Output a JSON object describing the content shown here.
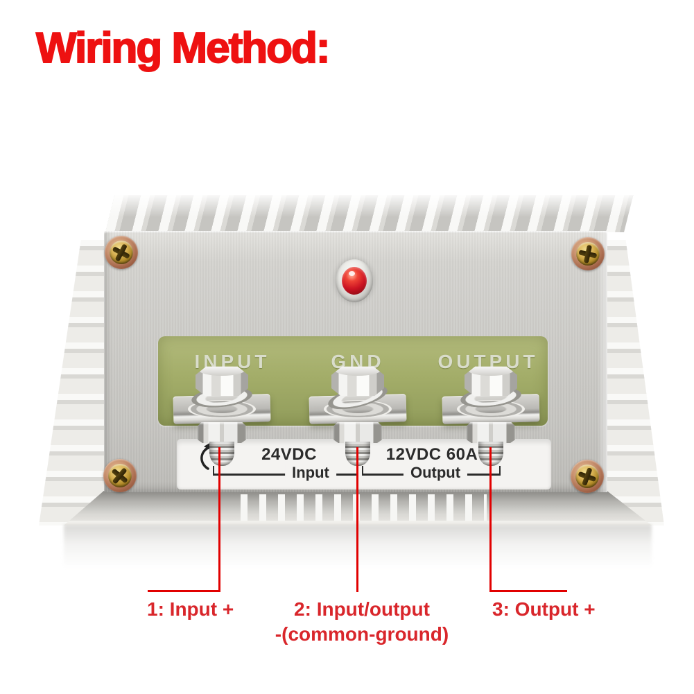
{
  "title": "Wiring Method:",
  "colors": {
    "title_red": "#ee1111",
    "annotation_red": "#d9262b",
    "leader_line_red": "#e10000",
    "label_green": "#a3ad69"
  },
  "icons": {
    "led": "red-power-led",
    "screw": "phillips-screw",
    "rotation_arrow": "counterclockwise-arrow"
  },
  "device": {
    "terminals": [
      {
        "label": "INPUT"
      },
      {
        "label": "GND"
      },
      {
        "label": "OUTPUT"
      }
    ],
    "panel": {
      "input_rating": "24VDC",
      "input_caption": "Input",
      "output_rating": "12VDC 60A",
      "output_caption": "Output"
    }
  },
  "annotations": [
    {
      "line1": "1: Input +"
    },
    {
      "line1": "2: Input/output",
      "line2": "-(common-ground)"
    },
    {
      "line1": "3: Output +"
    }
  ]
}
